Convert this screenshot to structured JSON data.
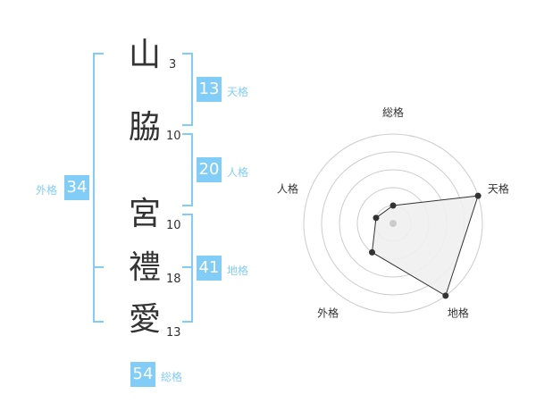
{
  "name_chars": [
    {
      "char": "山",
      "strokes": "3"
    },
    {
      "char": "脇",
      "strokes": "10"
    },
    {
      "char": "宮",
      "strokes": "10"
    },
    {
      "char": "禮",
      "strokes": "18"
    },
    {
      "char": "愛",
      "strokes": "13"
    }
  ],
  "fortunes": {
    "tenkaku": {
      "label": "天格",
      "value": "13"
    },
    "jinkaku": {
      "label": "人格",
      "value": "20"
    },
    "chikaku": {
      "label": "地格",
      "value": "41"
    },
    "gaikaku": {
      "label": "外格",
      "value": "34"
    },
    "soukaku": {
      "label": "総格",
      "value": "54"
    }
  },
  "chart_data": {
    "type": "radar",
    "axes": [
      "総格",
      "天格",
      "地格",
      "外格",
      "人格"
    ],
    "values": [
      1,
      5,
      5,
      2,
      1
    ],
    "range": [
      0,
      5
    ],
    "rings": 5
  },
  "colors": {
    "accent": "#82cdf8",
    "text": "#333333"
  }
}
